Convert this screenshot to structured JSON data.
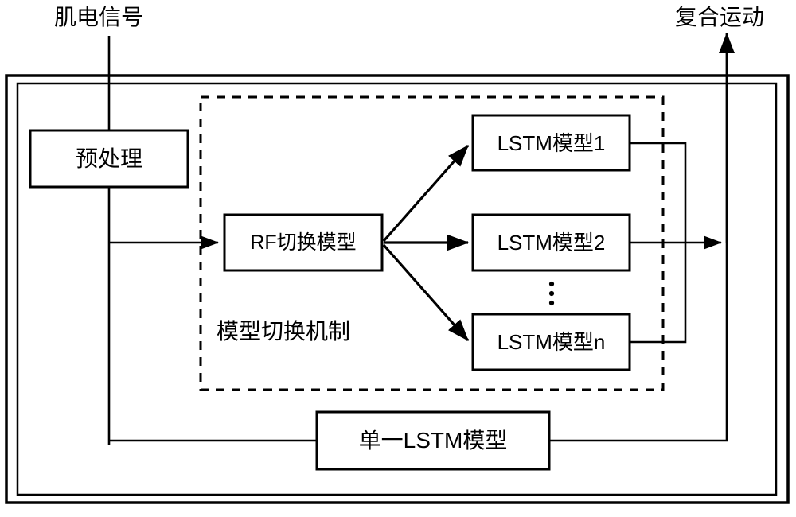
{
  "diagram": {
    "title_terminals": {
      "input_label": "肌电信号",
      "output_label": "复合运动"
    },
    "group_label": "模型切换机制",
    "vertical_ellipsis": "⋮",
    "nodes": [
      {
        "id": "preprocess",
        "label": "预处理"
      },
      {
        "id": "rf-switch-model",
        "label": "RF切换模型"
      },
      {
        "id": "lstm-model-1",
        "label": "LSTM模型1"
      },
      {
        "id": "lstm-model-2",
        "label": "LSTM模型2"
      },
      {
        "id": "lstm-model-n",
        "label": "LSTM模型n"
      },
      {
        "id": "single-lstm-model",
        "label": "单一LSTM模型"
      }
    ],
    "colors": {
      "stroke": "#000000",
      "fill": "#ffffff",
      "text": "#000000"
    }
  }
}
